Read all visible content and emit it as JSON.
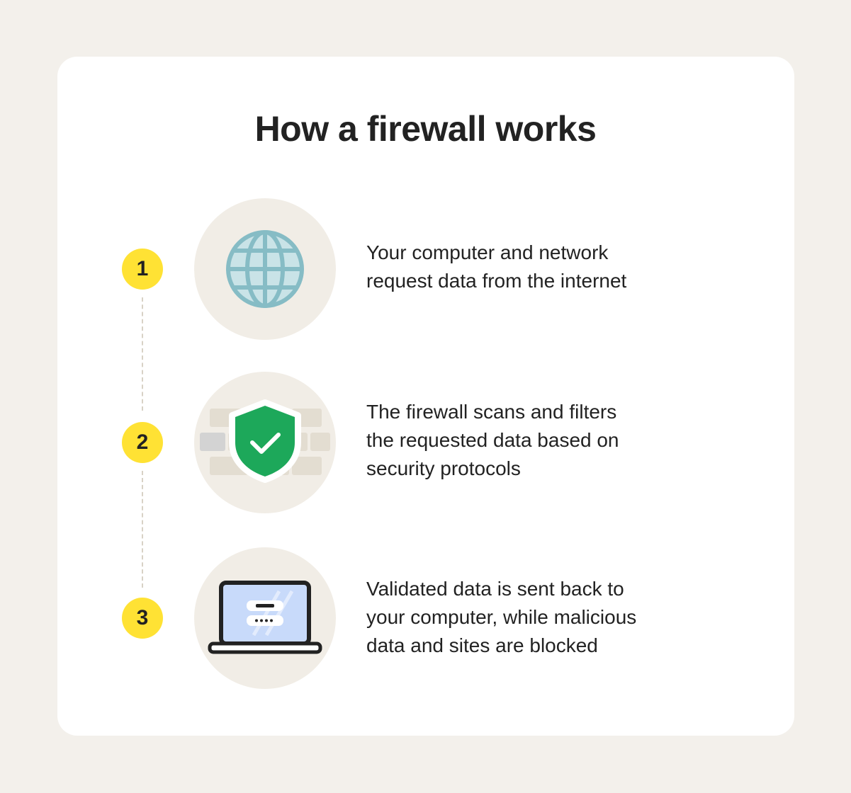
{
  "title": "How a firewall works",
  "steps": [
    {
      "number": "1",
      "icon": "globe-icon",
      "lines": [
        "Your computer and network",
        "request data from the internet"
      ]
    },
    {
      "number": "2",
      "icon": "shield-check-icon",
      "lines": [
        "The firewall scans and filters",
        "the requested data based on",
        "security protocols"
      ]
    },
    {
      "number": "3",
      "icon": "laptop-login-icon",
      "lines": [
        "Validated data is sent back to",
        "your computer, while malicious",
        "data and sites are blocked"
      ]
    }
  ],
  "colors": {
    "background": "#f3f0eb",
    "card": "#ffffff",
    "badge": "#ffe234",
    "icon_circle": "#f1ede6",
    "globe": "#86bcc5",
    "shield": "#1da85a",
    "laptop_screen": "#c8dafa",
    "brick": "#e3ddd1",
    "brick_dark": "#d0d0d0",
    "text": "#222222"
  }
}
